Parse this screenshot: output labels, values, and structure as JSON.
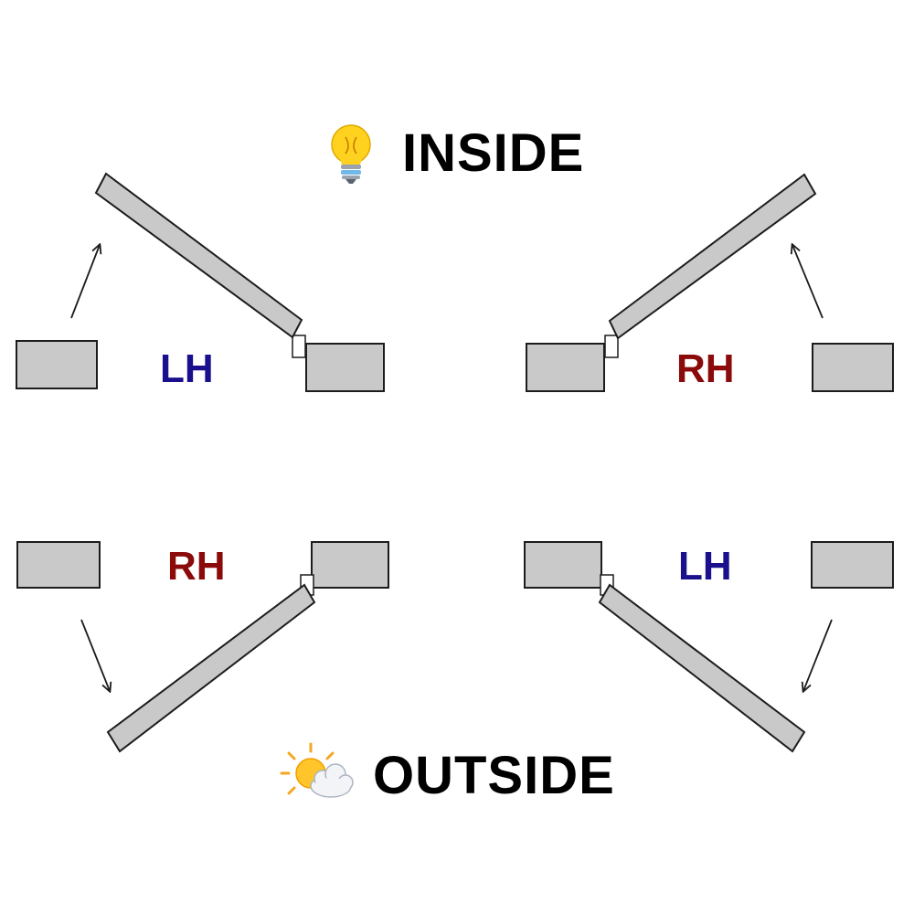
{
  "headings": {
    "inside": "INSIDE",
    "outside": "OUTSIDE"
  },
  "icons": {
    "inside": "light-bulb-icon",
    "outside": "sun-behind-cloud-icon"
  },
  "diagrams": {
    "inside_left": {
      "hand": "LH",
      "color": "#1a0f8c"
    },
    "inside_right": {
      "hand": "RH",
      "color": "#8b0a0a"
    },
    "outside_left": {
      "hand": "RH",
      "color": "#8b0a0a"
    },
    "outside_right": {
      "hand": "LH",
      "color": "#1a0f8c"
    }
  },
  "colors": {
    "frame_fill": "#c9c9c9",
    "outline": "#1c1c1c"
  }
}
